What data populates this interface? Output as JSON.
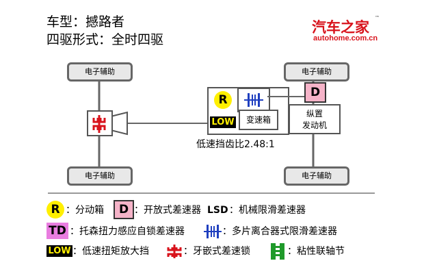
{
  "header": {
    "model_line": "车型：撼路者",
    "drive_line": "四驱形式：全时四驱"
  },
  "logo": {
    "brand": "汽车之家",
    "url": "autohome.com.cn",
    "tm": "™"
  },
  "diagram": {
    "wheel_label": "电子辅助",
    "transfer_case_letter": "R",
    "low_label": "LOW",
    "gearbox_label": "变速箱",
    "engine_label": "纵置\n发动机",
    "engine_line1": "纵置",
    "engine_line2": "发动机",
    "front_diff_letter": "D",
    "low_ratio": "低速挡齿比2.48:1"
  },
  "legend": {
    "r_letter": "R",
    "r_text": "：分动箱",
    "d_letter": "D",
    "d_text": "：开放式差速器",
    "lsd_letter": "LSD",
    "lsd_text": "：机械限滑差速器",
    "td_letter": "TD",
    "td_text": "：托森扭力感应自锁差速器",
    "multiplate_text": "：多片离合器式限滑差速器",
    "low_letter": "LOW",
    "low_text": "：低速扭矩放大挡",
    "dog_text": "：牙嵌式差速锁",
    "viscous_text": "：粘性联轴节"
  },
  "colors": {
    "brand_red": "#d8121b",
    "yellow": "#ffef00",
    "pink": "#f5b3c8",
    "blue": "#1f3fbf",
    "green": "#1f9a2a"
  }
}
